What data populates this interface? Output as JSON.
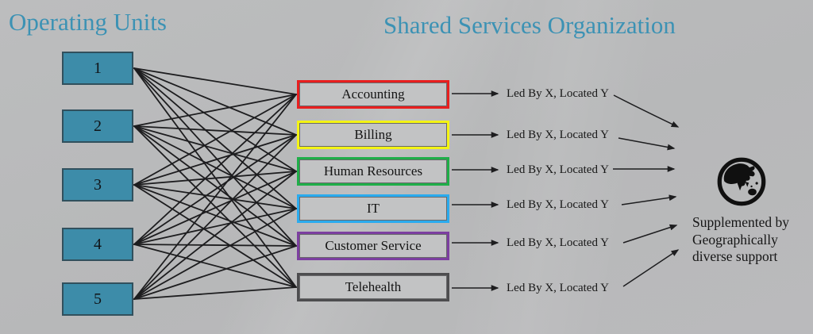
{
  "titles": {
    "operating_units": "Operating Units",
    "shared_services": "Shared Services Organization"
  },
  "operating_units": [
    "1",
    "2",
    "3",
    "4",
    "5"
  ],
  "services": [
    {
      "label": "Accounting",
      "border_color": "#e81f1f"
    },
    {
      "label": "Billing",
      "border_color": "#f4f414"
    },
    {
      "label": "Human Resources",
      "border_color": "#1fae48"
    },
    {
      "label": "IT",
      "border_color": "#2aabee"
    },
    {
      "label": "Customer Service",
      "border_color": "#7c3fa0"
    },
    {
      "label": "Telehealth",
      "border_color": "#4d4d4f"
    }
  ],
  "led_by_label": "Led By X, Located Y",
  "supplement_note_lines": [
    "Supplemented by",
    "Geographically",
    "diverse support"
  ],
  "icons": {
    "globe": "globe-asia-australia-icon"
  },
  "colors": {
    "title_text": "#3c92b4",
    "unit_fill": "#3d8ca9",
    "unit_border": "#31505d",
    "service_fill": "#c2c3c4",
    "connector": "#1d1d1f",
    "background": "#b9babb"
  }
}
